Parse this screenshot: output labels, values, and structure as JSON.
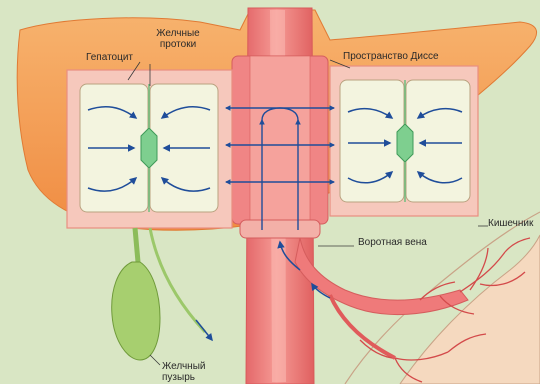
{
  "labels": {
    "bile_ducts": "Желчные протоки",
    "hepatocyte": "Гепатоцит",
    "disse_space": "Пространство Диссе",
    "intestine": "Кишечник",
    "portal_vein": "Воротная вена",
    "gallbladder": "Желчный пузырь"
  },
  "colors": {
    "background": "#d9e6c4",
    "liver": "#f4a35a",
    "liver_dark": "#e8843a",
    "vessel": "#ef7a7a",
    "vessel_dark": "#d85a5a",
    "panel_border": "#e98e80",
    "panel_fill": "#f6c8bc",
    "cell_fill": "#f3f4df",
    "bile_green": "#7ecf8f",
    "arrow_blue": "#1f4d9a",
    "gallbladder": "#a7cf6f",
    "intestine": "#f5d9bf"
  },
  "icons": {
    "flow_arrows": "arrow-icon",
    "bile_duct": "bile-duct-icon"
  }
}
